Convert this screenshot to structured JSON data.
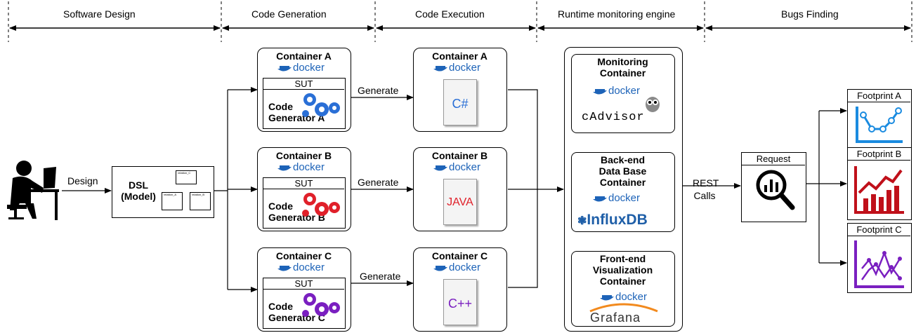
{
  "phases": [
    "Software Design",
    "Code Generation",
    "Code Execution",
    "Runtime monitoring engine",
    "Bugs Finding"
  ],
  "design_label": "Design",
  "dsl": {
    "line1": "DSL",
    "line2": "(Model)",
    "rel_c": "relation_C",
    "rel_a": "relation_A",
    "rel_b": "relation_B"
  },
  "generators": [
    {
      "title": "Container A",
      "docker": "docker",
      "sut": "SUT",
      "code": "Code",
      "gen": "Generator A",
      "gear_color": "#2a6fd6",
      "generate": "Generate"
    },
    {
      "title": "Container B",
      "docker": "docker",
      "sut": "SUT",
      "code": "Code",
      "gen": "Generator B",
      "gear_color": "#e0202a",
      "generate": "Generate"
    },
    {
      "title": "Container C",
      "docker": "docker",
      "sut": "SUT",
      "code": "Code",
      "gen": "Generator C",
      "gear_color": "#7a1fc0",
      "generate": "Generate"
    }
  ],
  "executions": [
    {
      "title": "Container A",
      "docker": "docker",
      "lang": "C#",
      "lang_color": "#2a6fd6"
    },
    {
      "title": "Container B",
      "docker": "docker",
      "lang": "JAVA",
      "lang_color": "#e0202a"
    },
    {
      "title": "Container C",
      "docker": "docker",
      "lang": "C++",
      "lang_color": "#7a1fc0"
    }
  ],
  "monitoring": {
    "title1": "Monitoring",
    "title2": "Container",
    "docker": "docker",
    "cadvisor": "cAdvisor",
    "backend1": "Back-end",
    "backend2": "Data Base",
    "backend3": "Container",
    "influx": "InfluxDB",
    "front1": "Front-end",
    "front2": "Visualization",
    "front3": "Container",
    "grafana": "Grafana"
  },
  "rest": {
    "line1": "REST",
    "line2": "Calls"
  },
  "request": "Request",
  "footprints": [
    {
      "label": "Footprint A",
      "color": "#1a8be0"
    },
    {
      "label": "Footprint B",
      "color": "#c0101a"
    },
    {
      "label": "Footprint C",
      "color": "#7a1fc0"
    }
  ]
}
